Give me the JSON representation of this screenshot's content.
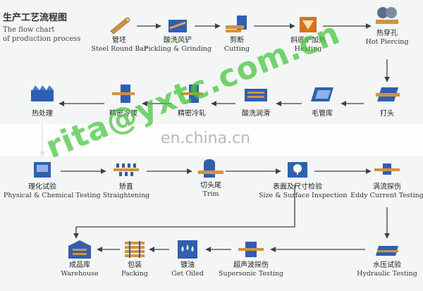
{
  "title": {
    "cn": "生产工艺流程图",
    "en": "The flow chart\nof production process"
  },
  "steps": {
    "s1": {
      "cn": "管坯",
      "en": "Steel Round Bar",
      "icon": "round-bar-icon"
    },
    "s2": {
      "cn": "酸洗风铲",
      "en": "Pickling & Grinding",
      "icon": "pickling-icon"
    },
    "s3": {
      "cn": "剪断",
      "en": "Cutting",
      "icon": "cutting-icon"
    },
    "s4": {
      "cn": "斜底炉加热",
      "en": "Heating",
      "icon": "furnace-icon"
    },
    "s5": {
      "cn": "热穿孔",
      "en": "Hot Piercing",
      "icon": "piercing-icon"
    },
    "s6": {
      "cn": "打头",
      "en": "",
      "icon": "heading-icon"
    },
    "s7": {
      "cn": "毛管库",
      "en": "",
      "icon": "tube-store-icon"
    },
    "s8": {
      "cn": "酸洗润滑",
      "en": "",
      "icon": "lubricating-icon"
    },
    "s9": {
      "cn": "精密冷轧",
      "en": "",
      "icon": "cold-rolling-icon"
    },
    "s10": {
      "cn": "精密冷拔",
      "en": "",
      "icon": "cold-drawing-icon"
    },
    "s11": {
      "cn": "热处理",
      "en": "",
      "icon": "heat-treatment-icon"
    },
    "s12": {
      "cn": "理化试验",
      "en": "Physical & Chemical Testing",
      "icon": "lab-test-icon"
    },
    "s13": {
      "cn": "矫直",
      "en": "Straightening",
      "icon": "straightening-icon"
    },
    "s14": {
      "cn": "切头尾",
      "en": "Trim",
      "icon": "trim-icon"
    },
    "s15": {
      "cn": "表面及尺寸检验",
      "en": "Size & Surface Inspection",
      "icon": "inspection-icon"
    },
    "s16": {
      "cn": "涡流探伤",
      "en": "Eddy Current Testing",
      "icon": "eddy-current-icon"
    },
    "s17": {
      "cn": "水压试验",
      "en": "Hydraulic Testing",
      "icon": "hydraulic-icon"
    },
    "s18": {
      "cn": "超声波探伤",
      "en": "Supersonic Testing",
      "icon": "ultrasonic-icon"
    },
    "s19": {
      "cn": "镀油",
      "en": "Get Oiled",
      "icon": "oil-drops-icon"
    },
    "s20": {
      "cn": "包装",
      "en": "Packing",
      "icon": "packing-icon"
    },
    "s21": {
      "cn": "成品库",
      "en": "Warehouse",
      "icon": "warehouse-icon"
    }
  },
  "watermark": {
    "site": "en.china.cn",
    "email": "rita@yxtc.com.cn"
  },
  "colors": {
    "arrow": "#3c4148",
    "primary_blue": "#2f5fb3",
    "metal": "#c9823a",
    "furnace": "#d9711e",
    "watermark": "#46c83c"
  }
}
